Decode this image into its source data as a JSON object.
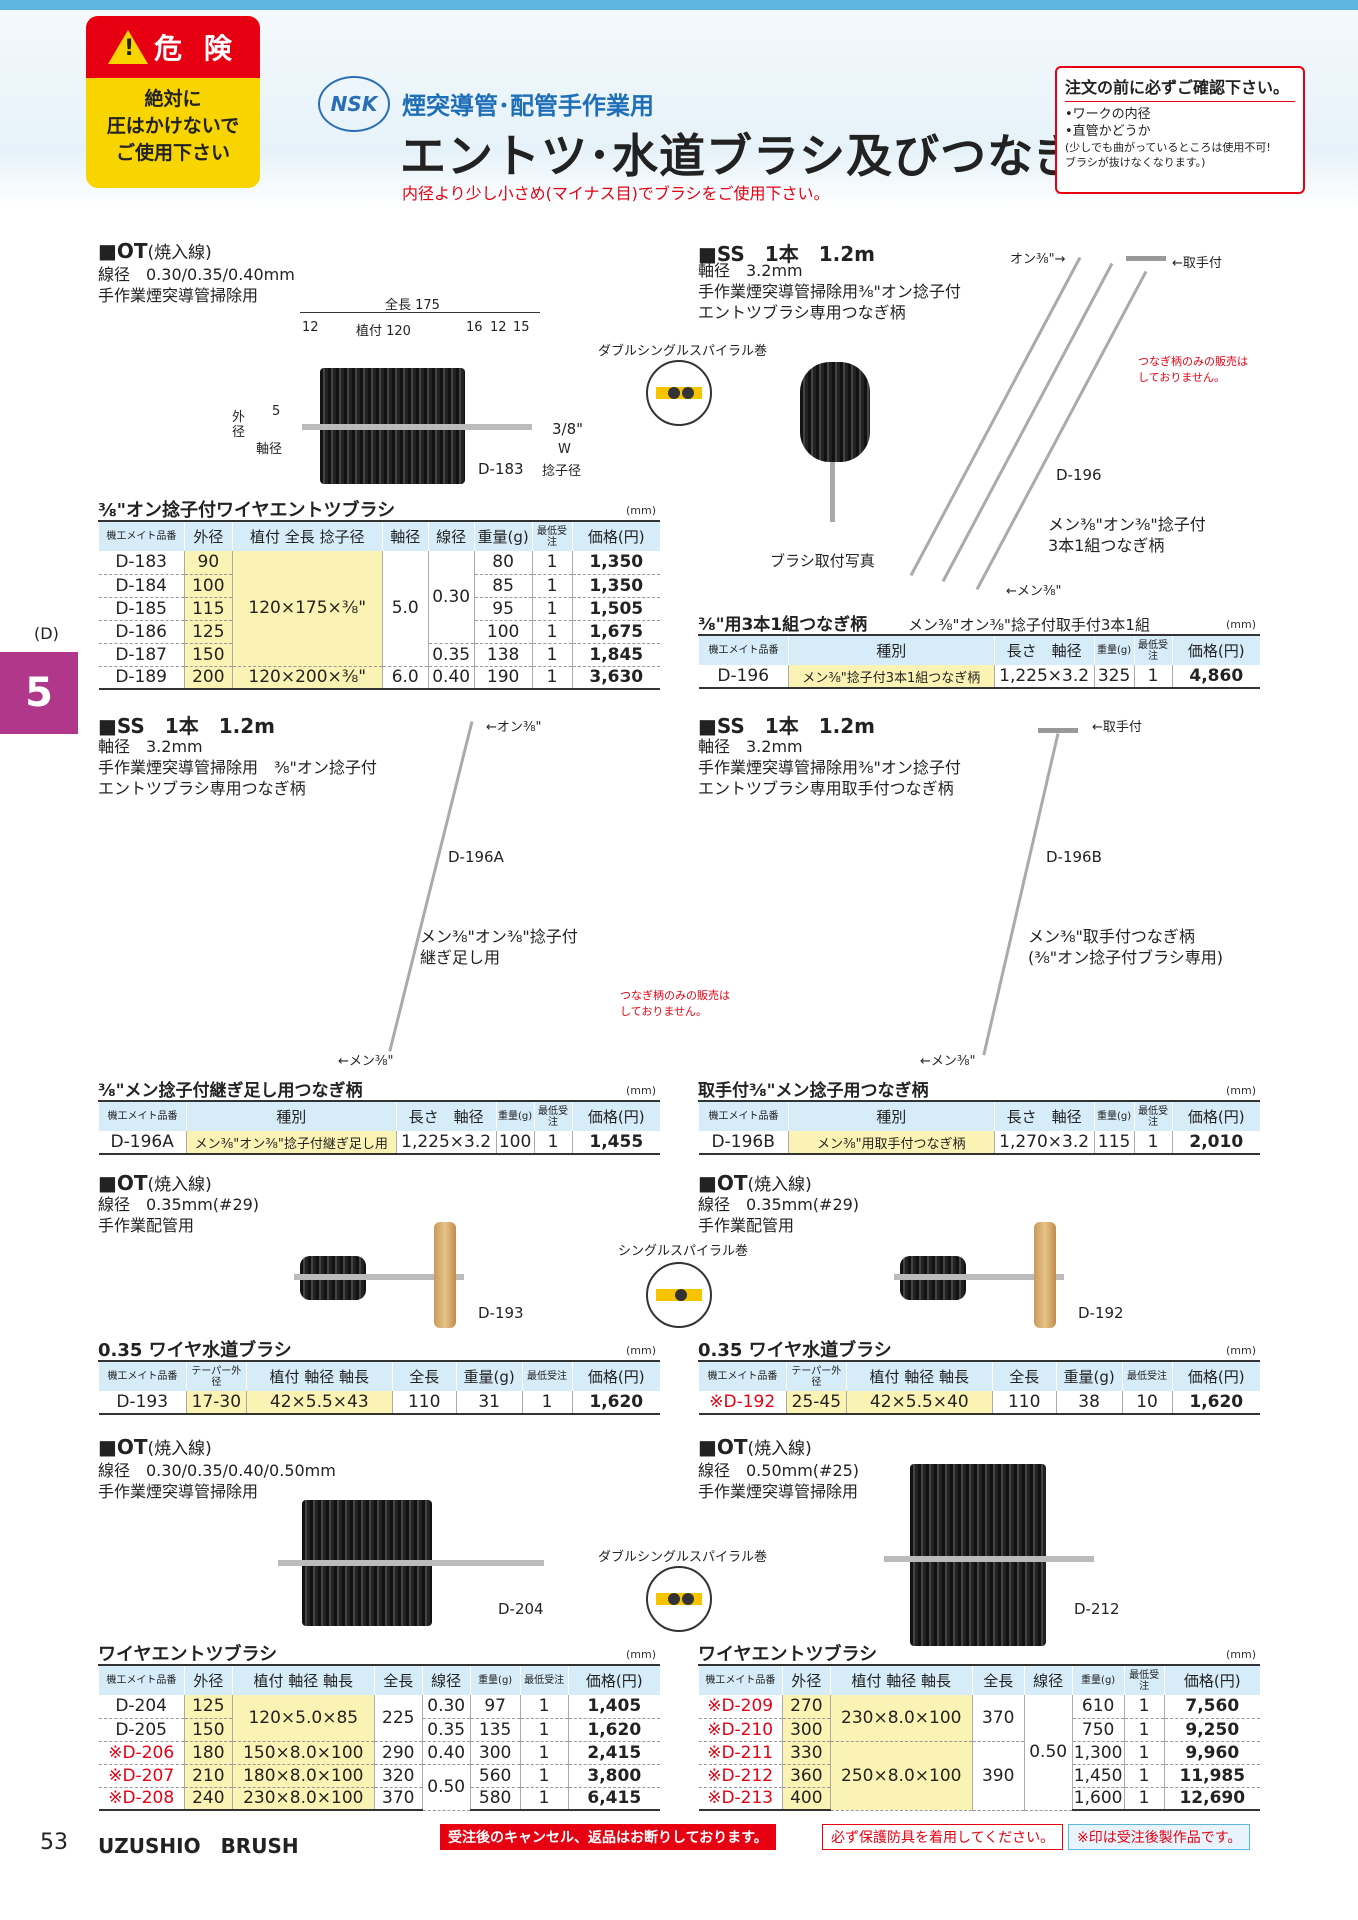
{
  "header": {
    "danger_title": "危 険",
    "danger_lines": [
      "絶対に",
      "圧はかけないで",
      "ご使用下さい"
    ],
    "logo": "NSK",
    "subtitle": "煙突導管･配管手作業用",
    "title": "エントツ･水道ブラシ及びつなぎ柄",
    "note": "内径より少し小さめ(マイナス目)でブラシをご使用下さい。",
    "notice_title": "注文の前に必ずご確認下さい。",
    "notice_lines": [
      "•ワークの内径",
      "•直管かどうか"
    ],
    "notice_small": [
      "(少しでも曲がっているところは使用不可!",
      "ブラシが抜けなくなります。)"
    ]
  },
  "side": {
    "letter": "(D)",
    "number": "5"
  },
  "s1": {
    "title": "■OT",
    "title_small": "(焼入線)",
    "lines": [
      "線径　0.30/0.35/0.40mm",
      "手作業煙突導管掃除用"
    ],
    "dims": {
      "total": "全長 175",
      "n12": "12",
      "n120": "植付 120",
      "n16": "16",
      "n12b": "12",
      "n15": "15",
      "n5": "5",
      "outer": "外径",
      "shaft": "軸径",
      "thread": "3/8\"",
      "w": "W",
      "screw": "捻子径",
      "code": "D-183"
    },
    "table_title": "⅜\"オン捻子付ワイヤエントツブラシ",
    "mm": "(mm)",
    "headers": [
      "機工メイト品番",
      "外径",
      "植付 全長 捻子径",
      "軸径",
      "線径",
      "重量(g)",
      "最低受注",
      "価格(円)"
    ],
    "rows": [
      [
        "D-183",
        "90",
        "",
        "",
        "",
        "80",
        "1",
        "1,350"
      ],
      [
        "D-184",
        "100",
        "",
        "",
        "",
        "85",
        "1",
        "1,350"
      ],
      [
        "D-185",
        "115",
        "",
        "",
        "",
        "95",
        "1",
        "1,505"
      ],
      [
        "D-186",
        "125",
        "",
        "",
        "",
        "100",
        "1",
        "1,675"
      ],
      [
        "D-187",
        "150",
        "",
        "",
        "0.35",
        "138",
        "1",
        "1,845"
      ],
      [
        "D-189",
        "200",
        "120×200×⅜\"",
        "6.0",
        "0.40",
        "190",
        "1",
        "3,630"
      ]
    ],
    "merged": {
      "size": "120×175×⅜\"",
      "shaft": "5.0",
      "wire": "0.30"
    }
  },
  "spiral_double": "ダブルシングルスパイラル巻",
  "s2": {
    "title": "■SS　1本　1.2m",
    "lines": [
      "軸径　3.2mm",
      "手作業煙突導管掃除用⅜\"オン捻子付",
      "エントツブラシ専用つなぎ柄"
    ],
    "on": "オン⅜\"→",
    "handle": "←取手付",
    "red": [
      "つなぎ柄のみの販売は",
      "しておりません。"
    ],
    "code": "D-196",
    "photo": "ブラシ取付写真",
    "desc": [
      "メン⅜\"オン⅜\"捻子付",
      "3本1組つなぎ柄"
    ],
    "men": "←メン⅜\"",
    "table_title": "⅜\"用3本1組つなぎ柄",
    "table_note": "メン⅜\"オン⅜\"捻子付取手付3本1組",
    "mm": "(mm)",
    "headers": [
      "機工メイト品番",
      "種別",
      "長さ　軸径",
      "重量(g)",
      "最低受注",
      "価格(円)"
    ],
    "row": [
      "D-196",
      "メン⅜\"捻子付3本1組つなぎ柄",
      "1,225×3.2",
      "325",
      "1",
      "4,860"
    ]
  },
  "s3": {
    "title": "■SS　1本　1.2m",
    "lines": [
      "軸径　3.2mm",
      "手作業煙突導管掃除用　⅜\"オン捻子付",
      "エントツブラシ専用つなぎ柄"
    ],
    "on": "←オン⅜\"",
    "code": "D-196A",
    "desc": [
      "メン⅜\"オン⅜\"捻子付",
      "継ぎ足し用"
    ],
    "men": "←メン⅜\"",
    "red": [
      "つなぎ柄のみの販売は",
      "しておりません。"
    ],
    "table_title": "⅜\"メン捻子付継ぎ足し用つなぎ柄",
    "mm": "(mm)",
    "headers": [
      "機工メイト品番",
      "種別",
      "長さ　軸径",
      "重量(g)",
      "最低受注",
      "価格(円)"
    ],
    "row": [
      "D-196A",
      "メン⅜\"オン⅜\"捻子付継ぎ足し用",
      "1,225×3.2",
      "100",
      "1",
      "1,455"
    ]
  },
  "s4": {
    "title": "■SS　1本　1.2m",
    "lines": [
      "軸径　3.2mm",
      "手作業煙突導管掃除用⅜\"オン捻子付",
      "エントツブラシ専用取手付つなぎ柄"
    ],
    "handle": "←取手付",
    "code": "D-196B",
    "desc": [
      "メン⅜\"取手付つなぎ柄",
      "(⅜\"オン捻子付ブラシ専用)"
    ],
    "men": "←メン⅜\"",
    "table_title": "取手付⅜\"メン捻子用つなぎ柄",
    "mm": "(mm)",
    "headers": [
      "機工メイト品番",
      "種別",
      "長さ　軸径",
      "重量(g)",
      "最低受注",
      "価格(円)"
    ],
    "row": [
      "D-196B",
      "メン⅜\"用取手付つなぎ柄",
      "1,270×3.2",
      "115",
      "1",
      "2,010"
    ]
  },
  "s5": {
    "title": "■OT",
    "title_small": "(焼入線)",
    "lines": [
      "線径　0.35mm(#29)",
      "手作業配管用"
    ],
    "code": "D-193",
    "table_title": "0.35 ワイヤ水道ブラシ",
    "mm": "(mm)",
    "headers": [
      "機工メイト品番",
      "テーパー外径",
      "植付 軸径 軸長",
      "全長",
      "重量(g)",
      "最低受注",
      "価格(円)"
    ],
    "row": [
      "D-193",
      "17-30",
      "42×5.5×43",
      "110",
      "31",
      "1",
      "1,620"
    ]
  },
  "spiral_single": "シングルスパイラル巻",
  "s6": {
    "title": "■OT",
    "title_small": "(焼入線)",
    "lines": [
      "線径　0.35mm(#29)",
      "手作業配管用"
    ],
    "code": "D-192",
    "table_title": "0.35 ワイヤ水道ブラシ",
    "mm": "(mm)",
    "headers": [
      "機工メイト品番",
      "テーパー外径",
      "植付 軸径 軸長",
      "全長",
      "重量(g)",
      "最低受注",
      "価格(円)"
    ],
    "row": [
      "※D-192",
      "25-45",
      "42×5.5×40",
      "110",
      "38",
      "10",
      "1,620"
    ]
  },
  "s7": {
    "title": "■OT",
    "title_small": "(焼入線)",
    "lines": [
      "線径　0.30/0.35/0.40/0.50mm",
      "手作業煙突導管掃除用"
    ],
    "code": "D-204",
    "table_title": "ワイヤエントツブラシ",
    "mm": "(mm)",
    "headers": [
      "機工メイト品番",
      "外径",
      "植付 軸径 軸長",
      "全長",
      "線径",
      "重量(g)",
      "最低受注",
      "価格(円)"
    ],
    "rows": [
      [
        "D-204",
        "125",
        "120×5.0×85",
        "225",
        "0.30",
        "97",
        "1",
        "1,405"
      ],
      [
        "D-205",
        "150",
        "",
        "",
        "0.35",
        "135",
        "1",
        "1,620"
      ],
      [
        "※D-206",
        "180",
        "150×8.0×100",
        "290",
        "0.40",
        "300",
        "1",
        "2,415"
      ],
      [
        "※D-207",
        "210",
        "180×8.0×100",
        "320",
        "0.50",
        "560",
        "1",
        "3,800"
      ],
      [
        "※D-208",
        "240",
        "230×8.0×100",
        "370",
        "",
        "580",
        "1",
        "6,415"
      ]
    ]
  },
  "s8": {
    "title": "■OT",
    "title_small": "(焼入線)",
    "lines": [
      "線径　0.50mm(#25)",
      "手作業煙突導管掃除用"
    ],
    "code": "D-212",
    "table_title": "ワイヤエントツブラシ",
    "mm": "(mm)",
    "headers": [
      "機工メイト品番",
      "外径",
      "植付 軸径 軸長",
      "全長",
      "線径",
      "重量(g)",
      "最低受注",
      "価格(円)"
    ],
    "rows": [
      [
        "※D-209",
        "270",
        "230×8.0×100",
        "370",
        "0.50",
        "610",
        "1",
        "7,560"
      ],
      [
        "※D-210",
        "300",
        "",
        "",
        "",
        "750",
        "1",
        "9,250"
      ],
      [
        "※D-211",
        "330",
        "",
        "",
        "",
        "1,300",
        "1",
        "9,960"
      ],
      [
        "※D-212",
        "360",
        "250×8.0×100",
        "390",
        "",
        "1,450",
        "1",
        "11,985"
      ],
      [
        "※D-213",
        "400",
        "",
        "",
        "",
        "1,600",
        "1",
        "12,690"
      ]
    ]
  },
  "footer": {
    "page": "53",
    "brand": "UZUSHIO　BRUSH",
    "warn1": "受注後のキャンセル、返品はお断りしております。",
    "warn2": "必ず保護防具を着用してください。",
    "warn3": "※印は受注後製作品です。"
  }
}
